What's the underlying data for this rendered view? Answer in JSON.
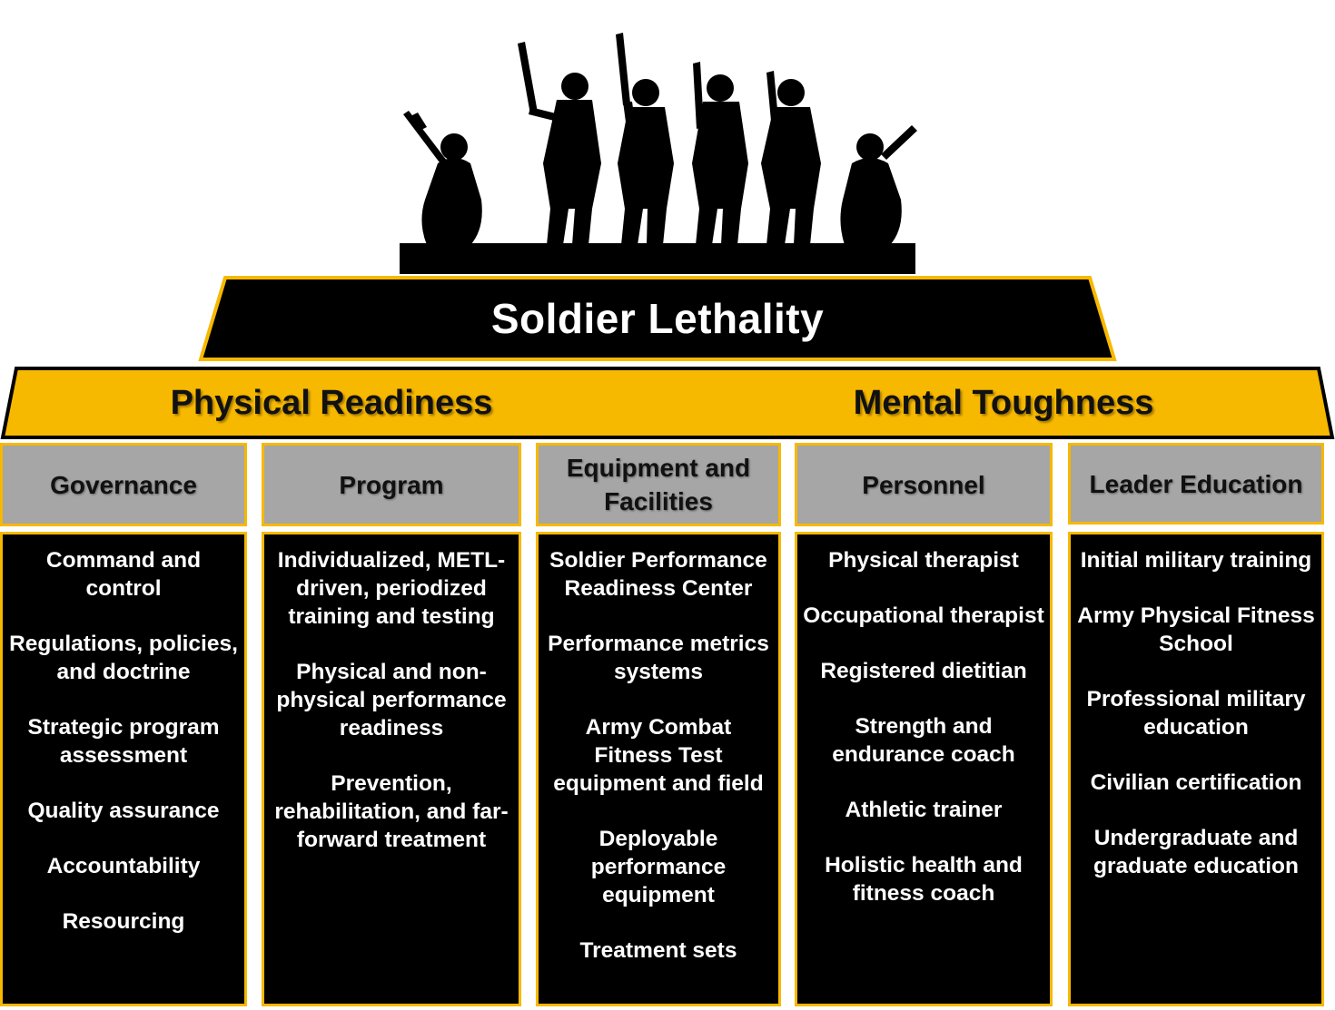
{
  "title": "Soldier Lethality",
  "band": {
    "left": "Physical Readiness",
    "right": "Mental Toughness"
  },
  "colors": {
    "gold": "#f7b800",
    "black": "#000000",
    "gray": "#a6a6a6",
    "white": "#ffffff"
  },
  "columns": [
    {
      "title": "Governance",
      "items": [
        "Command and control",
        "Regulations, policies, and doctrine",
        "Strategic program assessment",
        "Quality assurance",
        "Accountability",
        "Resourcing"
      ]
    },
    {
      "title": "Program",
      "items": [
        "Individualized, METL-driven, periodized training and testing",
        "Physical and non-physical performance readiness",
        "Prevention, rehabilitation, and far-forward treatment"
      ]
    },
    {
      "title": "Equipment and Facilities",
      "items": [
        "Soldier Performance Readiness Center",
        "Performance metrics systems",
        "Army Combat Fitness Test equipment and field",
        "Deployable performance equipment",
        "Treatment sets"
      ]
    },
    {
      "title": "Personnel",
      "items": [
        "Physical therapist",
        "Occupational therapist",
        "Registered dietitian",
        "Strength and endurance coach",
        "Athletic trainer",
        "Holistic health and fitness coach"
      ]
    },
    {
      "title": "Leader Education",
      "items": [
        "Initial military training",
        "Army Physical Fitness School",
        "Professional military education",
        "Civilian certification",
        "Undergraduate and graduate education"
      ]
    }
  ]
}
